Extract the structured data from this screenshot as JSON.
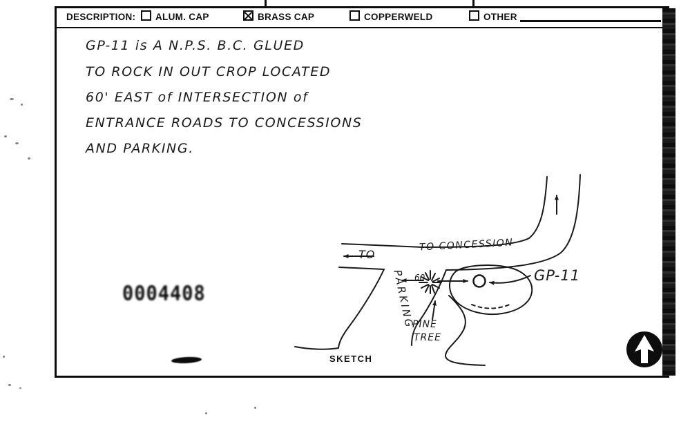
{
  "header": {
    "description_label": "DESCRIPTION:",
    "checkboxes": [
      {
        "label": "ALUM. CAP",
        "checked": false
      },
      {
        "label": "BRASS CAP",
        "checked": true
      },
      {
        "label": "COPPERWELD",
        "checked": false
      },
      {
        "label": "OTHER",
        "checked": false
      }
    ]
  },
  "description": {
    "lines": [
      "GP-11 is A N.P.S. B.C. GLUED",
      "TO ROCK IN OUT CROP LOCATED",
      "60' EAST of INTERSECTION of",
      "ENTRANCE ROADS TO CONCESSIONS",
      "AND PARKING."
    ]
  },
  "sketch": {
    "caption": "SKETCH",
    "to_label": "TO",
    "to_concession_label": "TO CONCESSION",
    "parking_label": "PARKING",
    "distance_label": "60",
    "gp11_label": "GP-11",
    "pine_label": "PINE",
    "tree_label": "TREE",
    "north_arrow_icon": "north-arrow"
  },
  "artifacts": {
    "stamp_text": "0004408"
  },
  "colors": {
    "ink": "#1a1a1a",
    "paper": "#ffffff"
  }
}
